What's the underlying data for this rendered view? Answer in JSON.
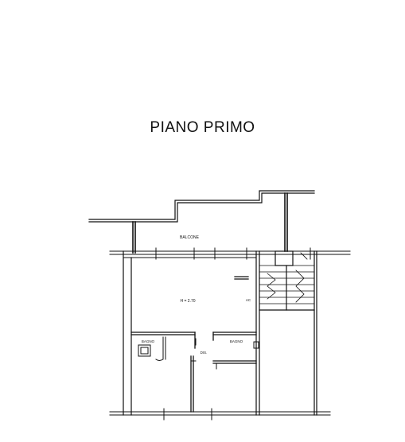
{
  "plan": {
    "title": "PIANO  PRIMO",
    "labels": {
      "balcone": "BALCONE",
      "height": "H = 2.70",
      "ac": "AC",
      "bagno_left": "BAGNO",
      "bagno_right": "BAGNO",
      "dis": "DIS."
    }
  }
}
